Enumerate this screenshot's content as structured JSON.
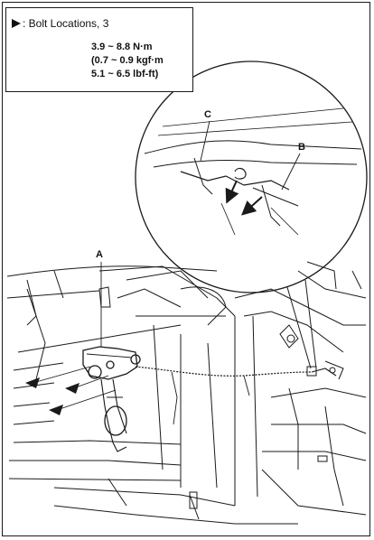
{
  "spec": {
    "legend_symbol": "►",
    "legend_text": ": Bolt Locations, 3",
    "torque_nm": "3.9 ~ 8.8 N·m",
    "torque_kgf": "(0.7 ~ 0.9 kgf·m",
    "torque_lbf": "5.1 ~ 6.5 lbf-ft)"
  },
  "callouts": {
    "a": "A",
    "b": "B",
    "c": "C"
  },
  "colors": {
    "line": "#1a1a1a",
    "background": "#ffffff"
  }
}
